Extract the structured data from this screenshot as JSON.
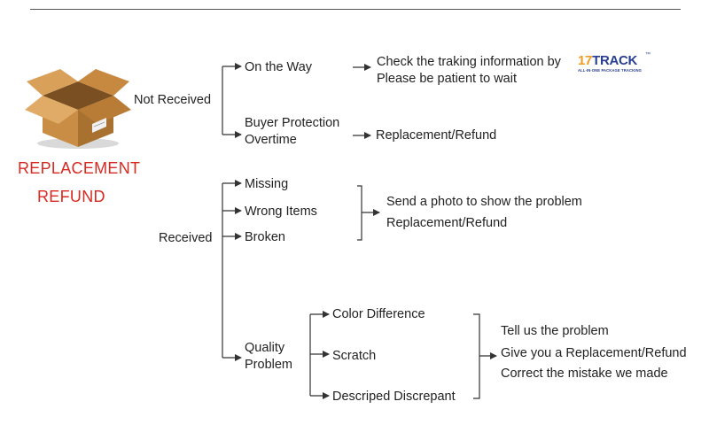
{
  "labels": {
    "replacement": "REPLACEMENT",
    "refund": "REFUND",
    "not_received": "Not Received",
    "on_the_way": "On the Way",
    "check_tracking": "Check the traking information by",
    "be_patient": "Please be patient to wait",
    "buyer_protection": "Buyer Protection",
    "overtime": "Overtime",
    "replacement_refund_1": "Replacement/Refund",
    "received": "Received",
    "missing": "Missing",
    "wrong_items": "Wrong Items",
    "broken": "Broken",
    "send_photo": "Send a photo to show the problem",
    "replacement_refund_2": "Replacement/Refund",
    "quality": "Quality",
    "problem": "Problem",
    "color_difference": "Color Difference",
    "scratch": "Scratch",
    "descriped_discrepant": "Descriped Discrepant",
    "tell_us": "Tell us the problem",
    "give_you": "Give you a Replacement/Refund",
    "correct_mistake": "Correct the mistake we made"
  },
  "logo": {
    "number": "17",
    "word": "TRACK",
    "tm": "™",
    "tagline": "ALL-IN-ONE PACKAGE TRACKING"
  },
  "colors": {
    "accent_red": "#d62a22",
    "logo_orange": "#f29b1f",
    "logo_blue": "#2a3f8f",
    "line": "#333333"
  }
}
